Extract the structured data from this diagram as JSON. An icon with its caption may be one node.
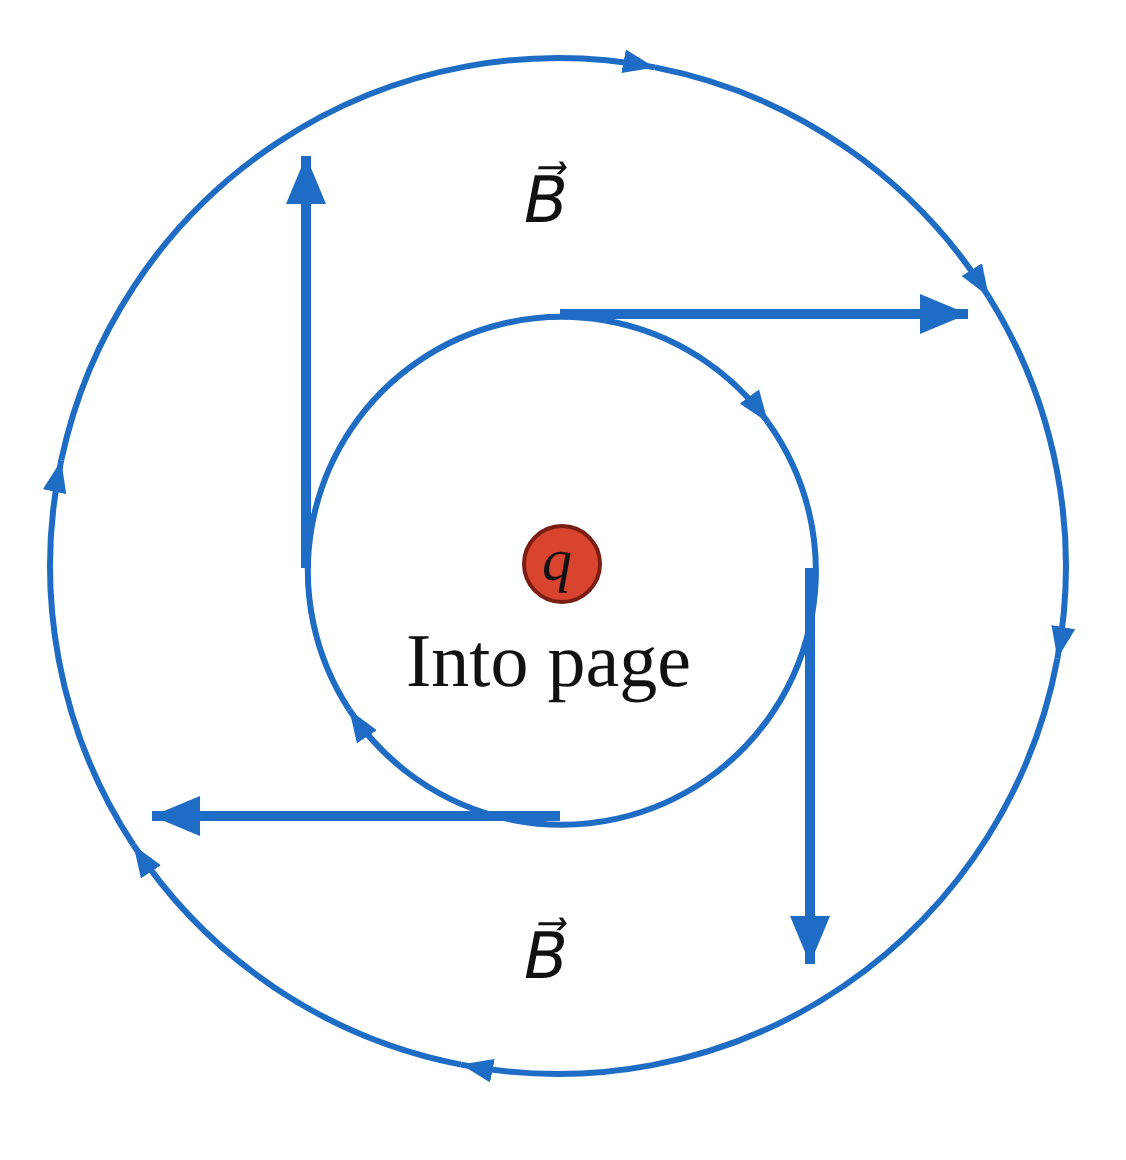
{
  "diagram": {
    "nodes": [
      {
        "text": [
          "q"
        ],
        "beside": [
          "Into page"
        ]
      }
    ],
    "labels": [
      "B⃗",
      "B⃗"
    ]
  }
}
